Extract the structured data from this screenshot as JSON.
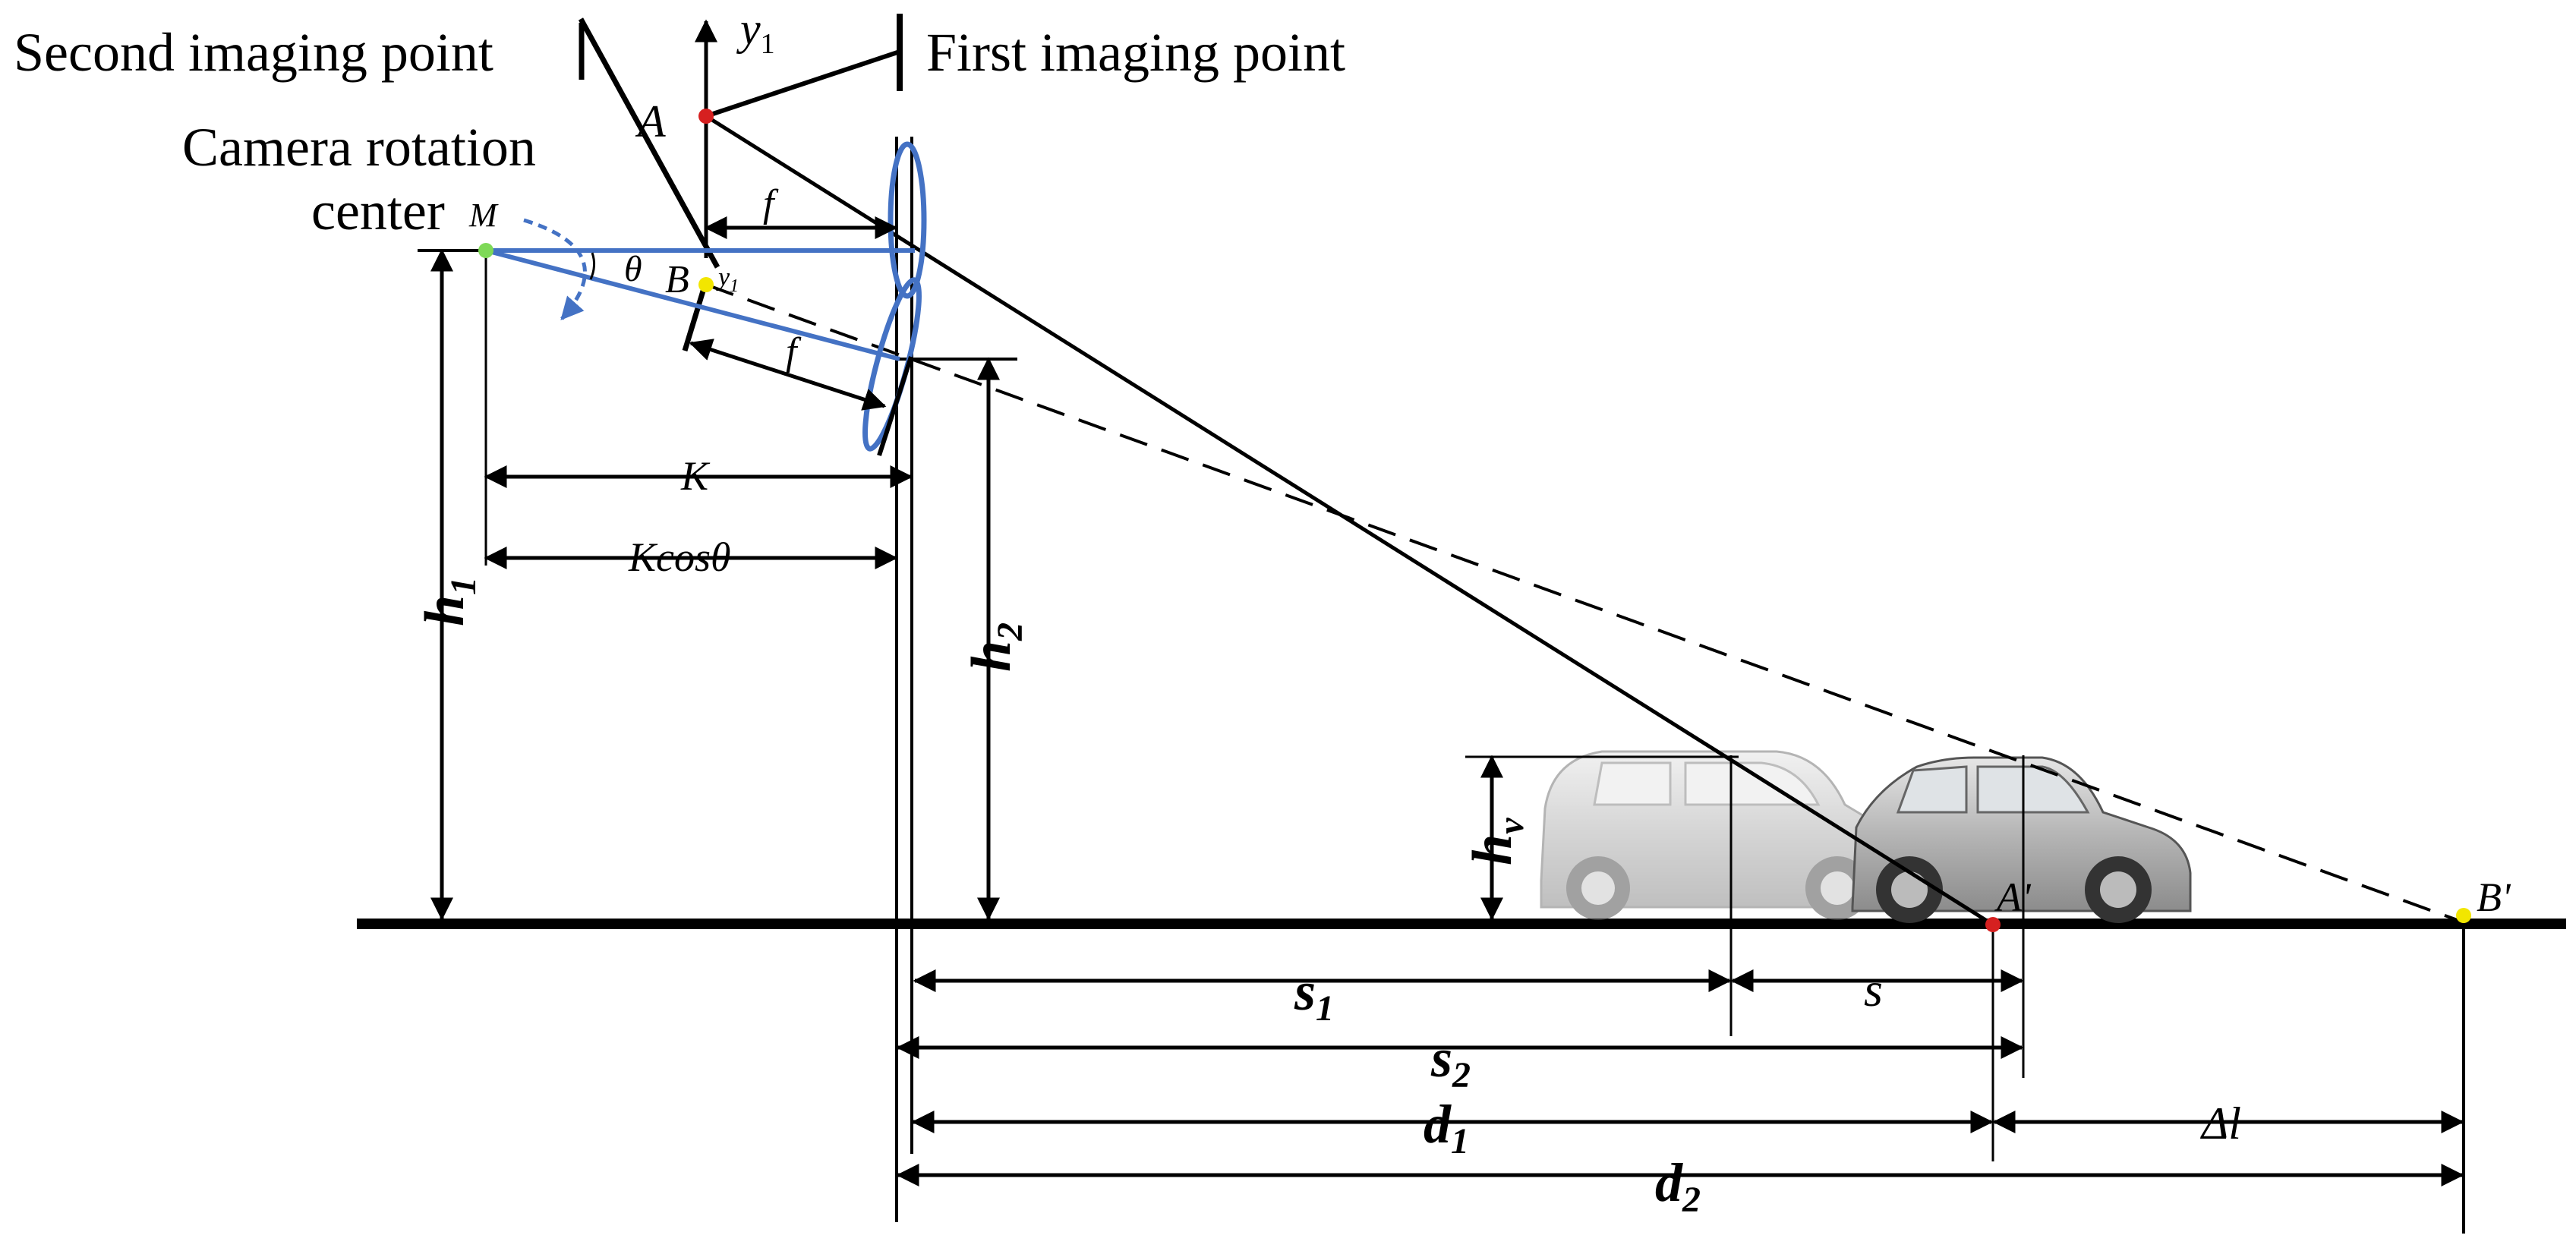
{
  "colors": {
    "ink": "#000000",
    "camera_blue": "#4472C4",
    "point_red": "#D62020",
    "point_yellow": "#F2E600",
    "point_green": "#7ED957",
    "car_body": "#b9b9b9"
  },
  "labels": {
    "second_imaging_point": "Second imaging point",
    "first_imaging_point": "First imaging point",
    "rotation_center_line1": "Camera rotation",
    "rotation_center_line2": "center",
    "point_M": "M",
    "point_A": "A",
    "point_B": "B",
    "theta": "θ",
    "y1_axis": "y",
    "y1_axis_sub": "1",
    "y1_small": "y",
    "y1_small_sub": "1",
    "f_upper": "f",
    "f_lower": "f",
    "K": "K",
    "Kcos": "Kcosθ",
    "h1": "h",
    "h1_sub": "1",
    "h2": "h",
    "h2_sub": "2",
    "hv": "h",
    "hv_sub": "v",
    "A_prime": "A'",
    "B_prime": "B'",
    "s1": "s",
    "s1_sub": "1",
    "s": "s",
    "s2": "s",
    "s2_sub": "2",
    "d1": "d",
    "d1_sub": "1",
    "d2": "d",
    "d2_sub": "2",
    "delta_l": "Δl"
  },
  "icons": {
    "rotation_arrow": "curved-rotation-arrow-icon",
    "lens": "camera-lens-icon",
    "car": "car-icon"
  }
}
